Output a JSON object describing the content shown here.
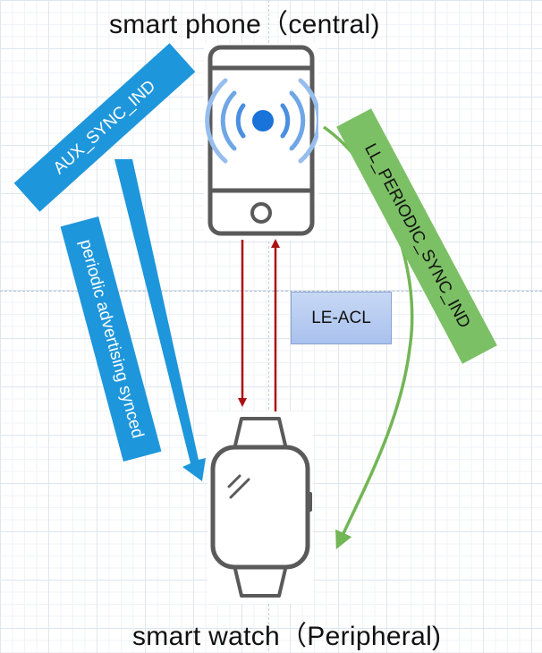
{
  "nodes": {
    "phone_title": "smart phone（central)",
    "watch_title": "smart watch（Peripheral)"
  },
  "labels": {
    "aux_sync_ind": "AUX_SYNC_IND",
    "periodic_advertising_synced": "periodic advertising synced",
    "ll_periodic_sync_ind": "LL_PERIODIC_SYNC_IND",
    "le_acl": "LE-ACL"
  },
  "colors": {
    "blue_band": "#1e96db",
    "green_band": "#7cc065",
    "acl_arrow": "#aa1111",
    "le_acl_box": "#b6cbf0"
  },
  "icons": {
    "phone": "smartphone-broadcast-icon",
    "watch": "smartwatch-icon"
  }
}
